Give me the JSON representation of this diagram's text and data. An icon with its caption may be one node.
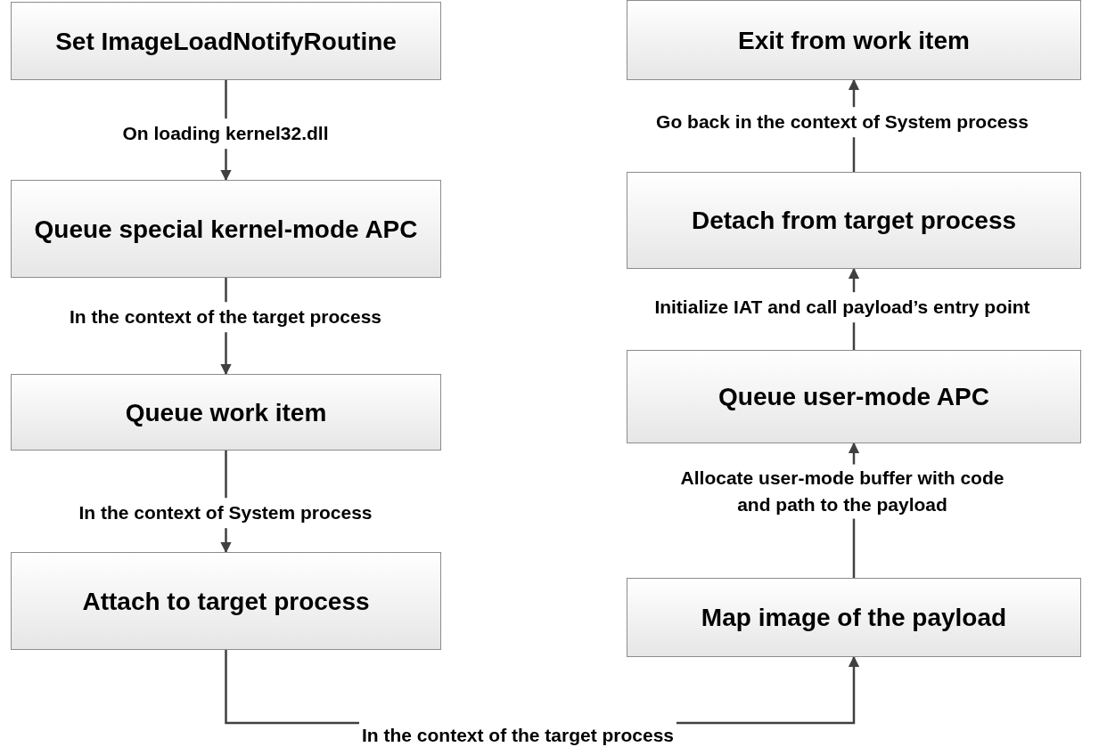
{
  "diagram": {
    "nodes": [
      {
        "text": [
          "Set ImageLoadNotifyRoutine"
        ]
      },
      {
        "text": [
          "Queue special kernel-mode APC"
        ]
      },
      {
        "text": [
          "Queue work item"
        ]
      },
      {
        "text": [
          "Attach to target process"
        ]
      },
      {
        "text": [
          "Map image of the payload"
        ]
      },
      {
        "text": [
          "Queue user-mode APC"
        ]
      },
      {
        "text": [
          "Detach from target process"
        ]
      },
      {
        "text": [
          "Exit from work item"
        ]
      }
    ],
    "edges": [
      {
        "from": 0,
        "to": 1,
        "arrow": "to",
        "label": "On loading kernel32.dll"
      },
      {
        "from": 1,
        "to": 2,
        "arrow": "to",
        "label": "In the context of the target process"
      },
      {
        "from": 2,
        "to": 3,
        "arrow": "to",
        "label": "In the context of System process"
      },
      {
        "from": 3,
        "to": 4,
        "arrow": "to",
        "label": "In the context of the target process"
      },
      {
        "from": 4,
        "to": 5,
        "arrow": "to",
        "label": "Allocate user-mode buffer with code and path to the payload"
      },
      {
        "from": 5,
        "to": 6,
        "arrow": "to",
        "label": "Initialize IAT and call payload’s entry point"
      },
      {
        "from": 6,
        "to": 7,
        "arrow": "to",
        "label": "Go back in the context of System process"
      }
    ]
  }
}
